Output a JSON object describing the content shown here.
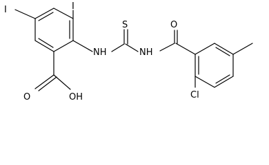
{
  "molecule": {
    "atoms": {
      "iodine_left": "I",
      "iodine_top": "I",
      "amine_left": "NH",
      "amine_right": "NH",
      "sulfur": "S",
      "carbonyl_oxygen": "O",
      "acid_oxygen": "O",
      "hydroxyl": "OH",
      "chlorine": "Cl"
    },
    "colors": {
      "bond": "#000000",
      "label": "#000000",
      "background": "#ffffff"
    }
  }
}
